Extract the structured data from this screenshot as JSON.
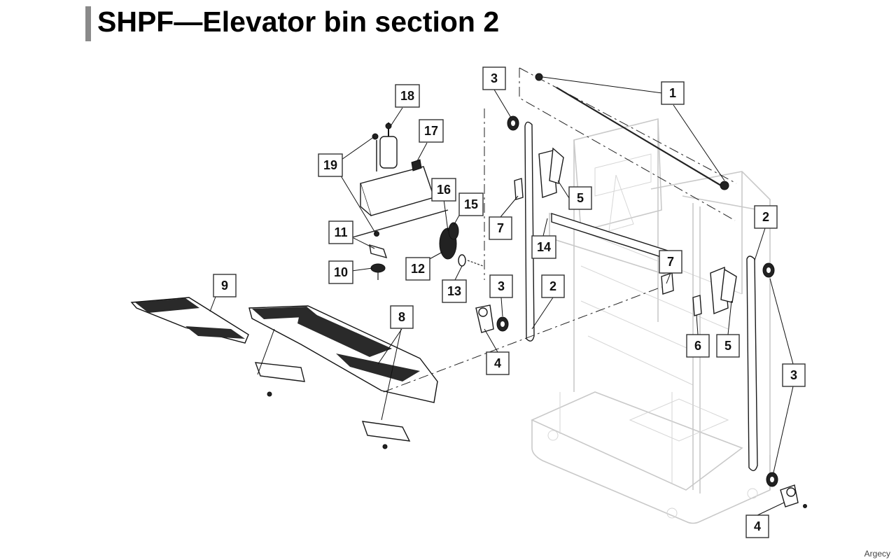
{
  "page": {
    "title": "SHPF—Elevator bin section 2",
    "watermark": "Argecy"
  },
  "callouts": [
    {
      "id": "c1",
      "label": "1"
    },
    {
      "id": "c2a",
      "label": "2"
    },
    {
      "id": "c2b",
      "label": "2"
    },
    {
      "id": "c3a",
      "label": "3"
    },
    {
      "id": "c3b",
      "label": "3"
    },
    {
      "id": "c3c",
      "label": "3"
    },
    {
      "id": "c4a",
      "label": "4"
    },
    {
      "id": "c4b",
      "label": "4"
    },
    {
      "id": "c5a",
      "label": "5"
    },
    {
      "id": "c5b",
      "label": "5"
    },
    {
      "id": "c6",
      "label": "6"
    },
    {
      "id": "c7a",
      "label": "7"
    },
    {
      "id": "c7b",
      "label": "7"
    },
    {
      "id": "c8",
      "label": "8"
    },
    {
      "id": "c9",
      "label": "9"
    },
    {
      "id": "c10",
      "label": "10"
    },
    {
      "id": "c11",
      "label": "11"
    },
    {
      "id": "c12",
      "label": "12"
    },
    {
      "id": "c13",
      "label": "13"
    },
    {
      "id": "c14",
      "label": "14"
    },
    {
      "id": "c15",
      "label": "15"
    },
    {
      "id": "c16",
      "label": "16"
    },
    {
      "id": "c17",
      "label": "17"
    },
    {
      "id": "c18",
      "label": "18"
    },
    {
      "id": "c19",
      "label": "19"
    }
  ]
}
